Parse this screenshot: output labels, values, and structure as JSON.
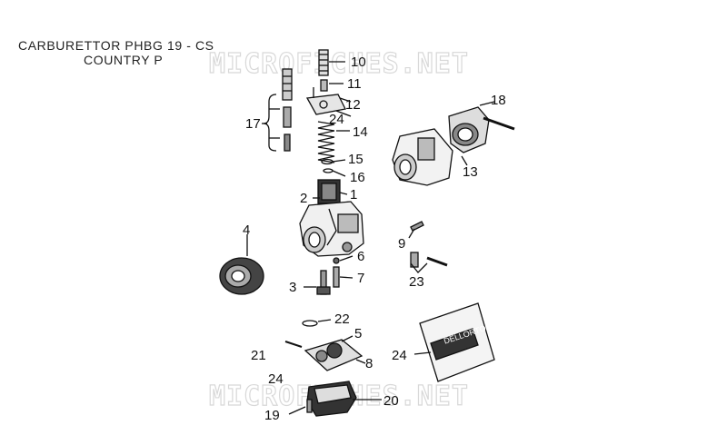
{
  "title": {
    "line1": "CARBURETTOR PHBG 19 - CS",
    "line2": "COUNTRY P"
  },
  "watermark": "MICROFICHES.NET",
  "callouts": [
    "10",
    "11",
    "12",
    "24",
    "14",
    "15",
    "16",
    "1",
    "2",
    "17",
    "18",
    "13",
    "4",
    "9",
    "6",
    "7",
    "3",
    "23",
    "22",
    "5",
    "21",
    "8",
    "24",
    "24",
    "20",
    "19"
  ],
  "kit_label": "DELLORTO",
  "colors": {
    "ink": "#111111",
    "watermark": "#d8d8d8"
  }
}
